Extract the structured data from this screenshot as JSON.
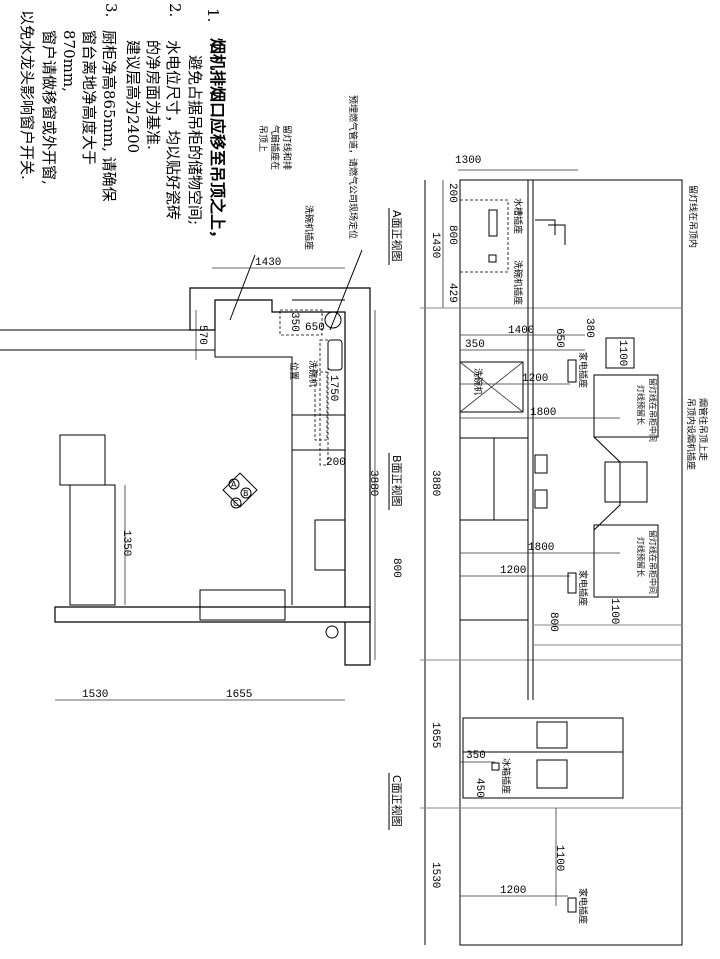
{
  "notes": {
    "n1": "1.",
    "n1_line1": "烟机排烟口应移至吊顶之上，",
    "n1_line2": "避免占据吊柜的储物空间;",
    "n2": "2.",
    "n2_line1": "水电位尺寸，均以贴好瓷砖",
    "n2_line2": "的净房面为基准.",
    "n2_line3": "建议层高为2400",
    "n3": "3.",
    "n3_line1": "厨柜净高865mm, 请确保",
    "n3_line2": "窗台离地净高度大于",
    "n3_line3": "870mm,",
    "n3_line4": "窗户请做移窗或外开窗,",
    "n3_line5": "以免水龙头影响窗户开关."
  },
  "plan": {
    "lamp_note": [
      "留灯线和排",
      "气扇插座在",
      "吊顶上"
    ],
    "gas_note": "预埋燃气管道，请燃气公司现场定位",
    "dishwasher_socket": "洗碗机插座",
    "dishwasher": "洗碗机",
    "position": "位置",
    "compass": [
      "A",
      "B",
      "C"
    ],
    "dims": {
      "d1430": "1430",
      "d570": "570",
      "d650": "650",
      "d350": "350",
      "d1750": "1750",
      "d200": "200",
      "d3880": "3880",
      "d800": "800",
      "d1350": "1350",
      "d1530": "1530",
      "d1655": "1655"
    }
  },
  "elevation": {
    "view_a": "A面正视图",
    "view_b": "B面正视图",
    "view_c": "C面正视图",
    "a": {
      "d1300": "1300",
      "d200": "200",
      "d800": "800",
      "d1430": "1430",
      "d429": "429",
      "sink_socket": "水槽插座",
      "dw_socket": "洗碗机插座",
      "lamp_ceiling": "留灯线在吊顶内"
    },
    "b": {
      "d3880": "3880",
      "d1400": "1400",
      "d350": "350",
      "d380": "380",
      "d650": "650",
      "d1100": "1100",
      "appliance_socket": "家电插座",
      "dishwasher": "洗碗机",
      "d1200": "1200",
      "d1800": "1800",
      "flue_note1": "烟管往吊顶上走",
      "flue_note2": "吊顶内设烟机插座",
      "lamp_note1": "留灯线在吊柜中间",
      "lamp_note2": "灯线预留长",
      "d1800b": "1800",
      "d1200b": "1200",
      "appliance_socket_b": "家电插座",
      "d800": "800",
      "d1100b": "1100",
      "lamp_note1b": "留灯线在吊柜中间",
      "lamp_note2b": "灯线预留长"
    },
    "c": {
      "d1655": "1655",
      "d1530": "1530",
      "d350": "350",
      "fridge_socket": "冰箱插座",
      "d450": "450",
      "d1100": "1100",
      "d1200": "1200",
      "appliance_socket": "家电插座"
    }
  }
}
